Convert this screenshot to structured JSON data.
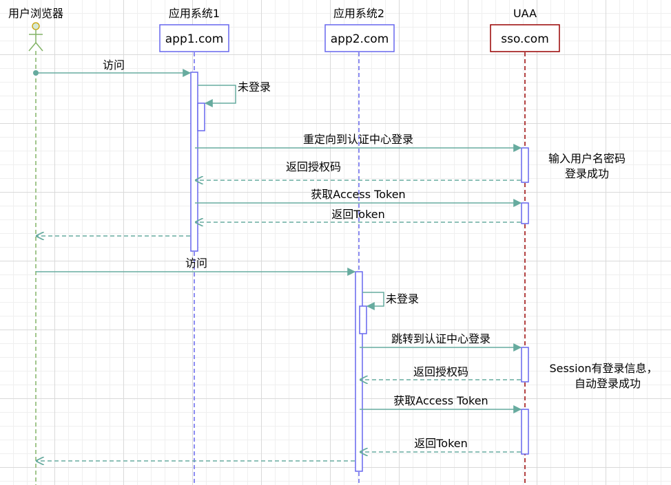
{
  "participants": {
    "browser": {
      "title": "用户浏览器",
      "color": "#82b366"
    },
    "app1": {
      "title": "应用系统1",
      "box_label": "app1.com",
      "color": "#6666ee"
    },
    "app2": {
      "title": "应用系统2",
      "box_label": "app2.com",
      "color": "#6666ee"
    },
    "sso": {
      "title": "UAA",
      "box_label": "sso.com",
      "color": "#990000"
    }
  },
  "colors": {
    "message": "#67ab9f",
    "activation_border": "#6666ee",
    "activation_fill": "#ffffff"
  },
  "messages": {
    "m1": "访问",
    "m2": "未登录",
    "m3": "重定向到认证中心登录",
    "m4": "返回授权码",
    "m5": "获取Access Token",
    "m6": "返回Token",
    "m7": "访问",
    "m8": "未登录",
    "m9": "跳转到认证中心登录",
    "m10": "返回授权码",
    "m11": "获取Access Token",
    "m12": "返回Token"
  },
  "notes": {
    "note1_line1": "输入用户名密码",
    "note1_line2": "登录成功",
    "note2_line1": "Session有登录信息，",
    "note2_line2": "自动登录成功"
  }
}
